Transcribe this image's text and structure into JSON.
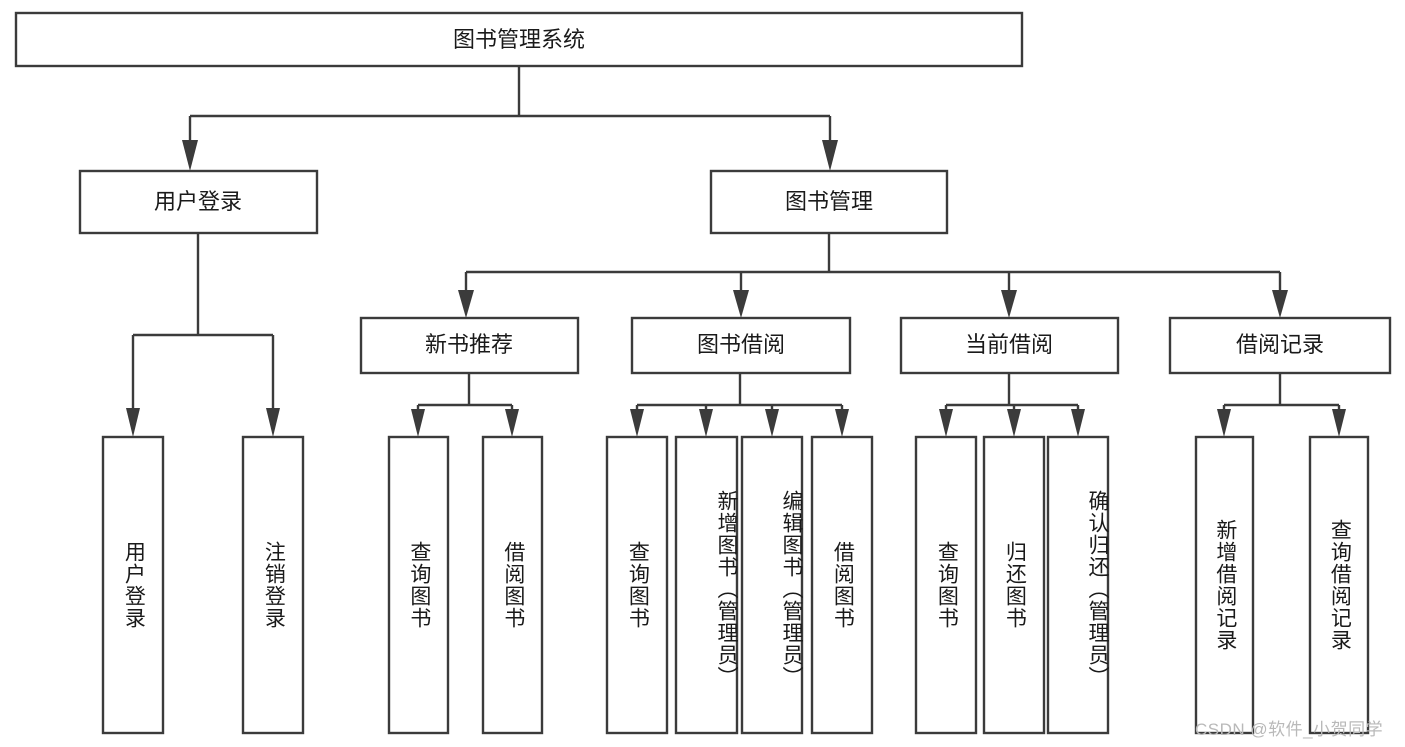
{
  "diagram": {
    "title": "图书管理系统",
    "type": "hierarchy-tree",
    "root": {
      "id": "root",
      "label": "图书管理系统",
      "orientation": "horizontal"
    },
    "level1": [
      {
        "id": "user-login",
        "label": "用户登录",
        "orientation": "horizontal"
      },
      {
        "id": "book-management",
        "label": "图书管理",
        "orientation": "horizontal"
      }
    ],
    "level2": [
      {
        "id": "new-book-recommend",
        "label": "新书推荐",
        "orientation": "horizontal",
        "parent": "book-management"
      },
      {
        "id": "book-borrow",
        "label": "图书借阅",
        "orientation": "horizontal",
        "parent": "book-management"
      },
      {
        "id": "current-borrow",
        "label": "当前借阅",
        "orientation": "horizontal",
        "parent": "book-management"
      },
      {
        "id": "borrow-record",
        "label": "借阅记录",
        "orientation": "horizontal",
        "parent": "book-management"
      }
    ],
    "leaves": [
      {
        "id": "leaf-user-login",
        "label": "用户登录",
        "parent": "user-login",
        "orientation": "vertical"
      },
      {
        "id": "leaf-logout-login",
        "label": "注销登录",
        "parent": "user-login",
        "orientation": "vertical"
      },
      {
        "id": "leaf-query-book-1",
        "label": "查询图书",
        "parent": "new-book-recommend",
        "orientation": "vertical"
      },
      {
        "id": "leaf-borrow-book-1",
        "label": "借阅图书",
        "parent": "new-book-recommend",
        "orientation": "vertical"
      },
      {
        "id": "leaf-query-book-2",
        "label": "查询图书",
        "parent": "book-borrow",
        "orientation": "vertical"
      },
      {
        "id": "leaf-add-book",
        "label": "新增图书（管理员）",
        "parent": "book-borrow",
        "orientation": "vertical"
      },
      {
        "id": "leaf-edit-book",
        "label": "编辑图书（管理员）",
        "parent": "book-borrow",
        "orientation": "vertical"
      },
      {
        "id": "leaf-borrow-book-2",
        "label": "借阅图书",
        "parent": "book-borrow",
        "orientation": "vertical"
      },
      {
        "id": "leaf-query-book-3",
        "label": "查询图书",
        "parent": "current-borrow",
        "orientation": "vertical"
      },
      {
        "id": "leaf-return-book",
        "label": "归还图书",
        "parent": "current-borrow",
        "orientation": "vertical"
      },
      {
        "id": "leaf-confirm-return",
        "label": "确认归还（管理员）",
        "parent": "current-borrow",
        "orientation": "vertical"
      },
      {
        "id": "leaf-add-record",
        "label": "新增借阅记录",
        "parent": "borrow-record",
        "orientation": "vertical"
      },
      {
        "id": "leaf-query-record",
        "label": "查询借阅记录",
        "parent": "borrow-record",
        "orientation": "vertical"
      }
    ]
  },
  "watermark": {
    "text": "CSDN @软件_小贺同学"
  },
  "colors": {
    "stroke": "#3b3b3b",
    "box_fill": "#ffffff",
    "text": "#1a1a1a",
    "background": "#ffffff",
    "watermark": "#b9b9b9"
  }
}
